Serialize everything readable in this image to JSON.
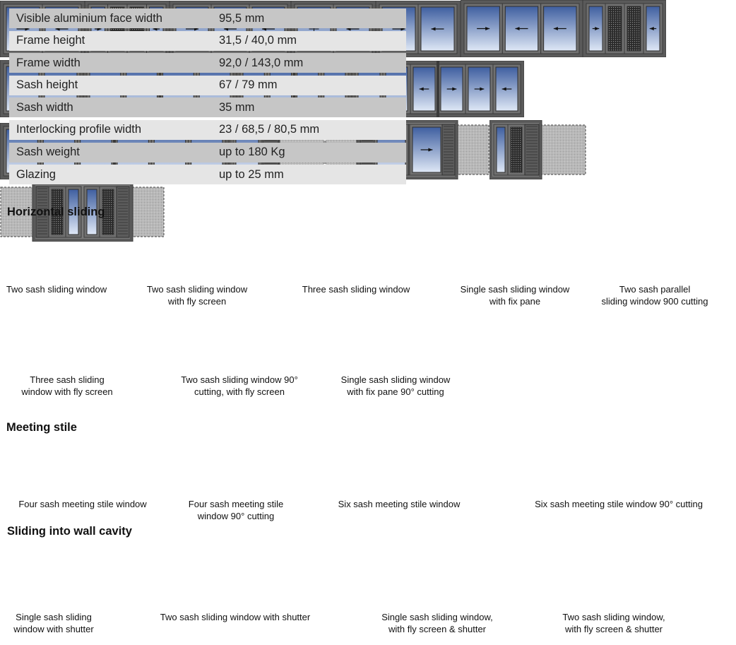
{
  "specs": [
    {
      "label": "Visible aluminium face width",
      "value": "95,5 mm"
    },
    {
      "label": "Frame height",
      "value": "31,5  / 40,0 mm"
    },
    {
      "label": "Frame width",
      "value": "92,0 / 143,0 mm"
    },
    {
      "label": "Sash height",
      "value": "67 / 79 mm"
    },
    {
      "label": "Sash width",
      "value": "35 mm"
    },
    {
      "label": "Interlocking profile width",
      "value": "23 / 68,5 / 80,5 mm"
    },
    {
      "label": "Sash weight",
      "value": "up to 180 Kg"
    },
    {
      "label": "Glazing",
      "value": "up to 25 mm"
    }
  ],
  "sections": {
    "horizontal": "Horizontal sliding",
    "meeting": "Meeting stile",
    "wall": "Sliding into wall cavity"
  },
  "items": [
    {
      "name": "two-sash",
      "caption": "Two sash sliding window"
    },
    {
      "name": "two-sash-fly",
      "caption": "Two sash sliding window\nwith fly screen"
    },
    {
      "name": "three-sash",
      "caption": "Three sash sliding window"
    },
    {
      "name": "single-fix",
      "caption": "Single sash sliding window\nwith fix pane"
    },
    {
      "name": "two-parallel",
      "caption": "Two sash parallel\nsliding window 900 cutting"
    },
    {
      "name": "three-fly",
      "caption": "Three sash sliding\nwindow with fly screen"
    },
    {
      "name": "two-90-fly",
      "caption": "Two sash sliding window 90°\ncutting, with fly screen"
    },
    {
      "name": "single-fix-90",
      "caption": "Single sash sliding window\nwith fix pane 90° cutting"
    },
    {
      "name": "four-meeting",
      "caption": "Four sash meeting stile window"
    },
    {
      "name": "four-meeting-90",
      "caption": "Four sash meeting stile\nwindow 90° cutting"
    },
    {
      "name": "six-meeting",
      "caption": "Six sash meeting stile window"
    },
    {
      "name": "six-meeting-90",
      "caption": "Six sash meeting stile window 90° cutting"
    },
    {
      "name": "single-shutter",
      "caption": "Single sash sliding\nwindow with shutter"
    },
    {
      "name": "two-shutter",
      "caption": "Two sash sliding window with shutter"
    },
    {
      "name": "single-fly-shutter",
      "caption": "Single sash sliding window,\nwith fly screen & shutter"
    },
    {
      "name": "two-fly-shutter",
      "caption": "Two sash sliding window,\nwith fly screen & shutter"
    }
  ],
  "colors": {
    "frame": "#5a5a5a",
    "frame_dark": "#3a3a3a",
    "glass_top": "#3f5fa0",
    "glass_bottom": "#dfe8f6",
    "wall": "#b8b8b8"
  }
}
